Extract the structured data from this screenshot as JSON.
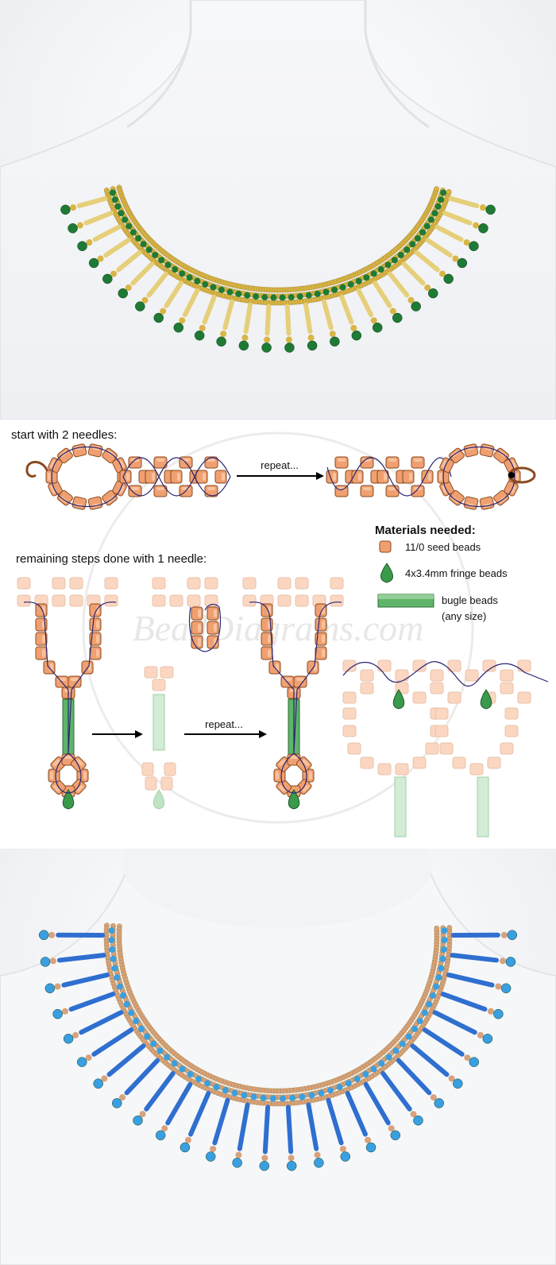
{
  "diagram": {
    "step1_heading": "start with 2 needles:",
    "step2_heading": "remaining steps done with 1 needle:",
    "repeat_label_top": "repeat...",
    "repeat_label_bottom": "repeat...",
    "watermark": "BeadDiagrams.com",
    "materials": {
      "title": "Materials needed:",
      "items": [
        {
          "icon": "seed-bead-icon",
          "label": "11/0 seed beads"
        },
        {
          "icon": "fringe-bead-icon",
          "label": "4x3.4mm fringe beads"
        },
        {
          "icon": "bugle-bead-icon",
          "label": "bugle beads",
          "label2": "(any size)"
        }
      ]
    }
  },
  "colors": {
    "seed_bead": "#f0a070",
    "seed_bead_light": "#fbd7c2",
    "fringe_bead": "#3a9a4c",
    "bugle_bead": "#5fb46a",
    "thread": "#2b2470",
    "gold": "#d8b545",
    "green_bead": "#1e7a35",
    "blue_bugle": "#2f6fd0",
    "copper": "#d7a27c"
  }
}
